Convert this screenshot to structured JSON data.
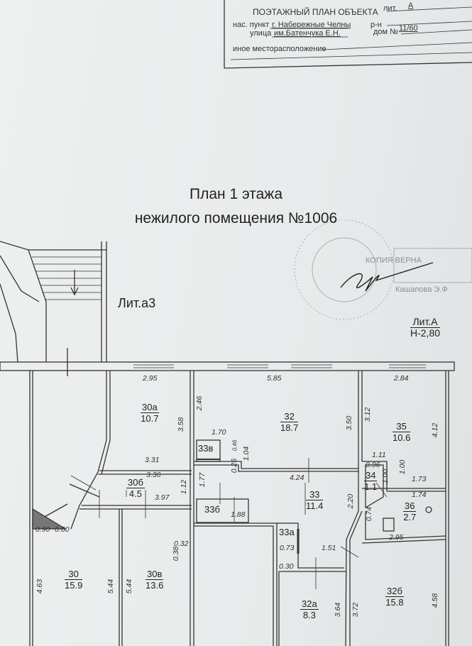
{
  "header": {
    "form_title": "ПОЭТАЖНЫЙ ПЛАН ОБЪЕКТА",
    "lit_label": "лит.",
    "lit_value": "А",
    "settlement_label": "нас. пункт",
    "settlement_value": "г. Набережные Челны",
    "district_label": "р-н",
    "street_label": "улица",
    "street_value": "им.Батенчука Е.Н.",
    "house_label": "дом №",
    "house_value": "11/60",
    "other_location_label": "иное месторасположение"
  },
  "plan_title": {
    "line1": "План 1 этажа",
    "line2": "нежилого помещения №1006"
  },
  "annex_label": "Лит.а3",
  "building": {
    "lit": "Лит.А",
    "height": "Н-2,80"
  },
  "stamp": {
    "certified": "КОПИЯ ВЕРНА",
    "name": "Кашапова Э.Ф"
  },
  "rooms": [
    {
      "id": "30а",
      "area": "10.7"
    },
    {
      "id": "32",
      "area": "18.7"
    },
    {
      "id": "35",
      "area": "10.6"
    },
    {
      "id": "30б",
      "area": "4.5"
    },
    {
      "id": "33",
      "area": "11.4"
    },
    {
      "id": "34",
      "area": "1.1"
    },
    {
      "id": "36",
      "area": "2.7"
    },
    {
      "id": "30",
      "area": "15.9"
    },
    {
      "id": "30в",
      "area": "13.6"
    },
    {
      "id": "32а",
      "area": "8.3"
    },
    {
      "id": "32б",
      "area": "15.8"
    }
  ],
  "small_rooms": {
    "r33v": "33в",
    "r33b": "33б",
    "r33a": "33а"
  },
  "dimensions": {
    "d295": "2.95",
    "d585": "5.85",
    "d284": "2.84",
    "d358": "3.58",
    "d246": "2.46",
    "d350": "3.50",
    "d312": "3.12",
    "d412": "4.12",
    "d170": "1.70",
    "d046": "0.46",
    "d104": "1.04",
    "d026": "0.26",
    "d331": "3.31",
    "d336": "3.36",
    "d112": "1.12",
    "d177": "1.77",
    "d424": "4.24",
    "d111": "1.11",
    "d096": "0.96",
    "d100a": "1.00",
    "d100b": "1.00",
    "d173": "1.73",
    "d174": "1.74",
    "d397": "3.97",
    "d188": "1.88",
    "d220": "2.20",
    "d074": "0.74",
    "d090": "0.90",
    "d060": "0.60",
    "d032": "0.32",
    "d038": "0.38",
    "d073": "0.73",
    "d151": "1.51",
    "d295b": "2.95",
    "d030": "0.30",
    "d463": "4.63",
    "d544a": "5.44",
    "d544b": "5.44",
    "d364": "3.64",
    "d372": "3.72",
    "d458": "4.58"
  }
}
